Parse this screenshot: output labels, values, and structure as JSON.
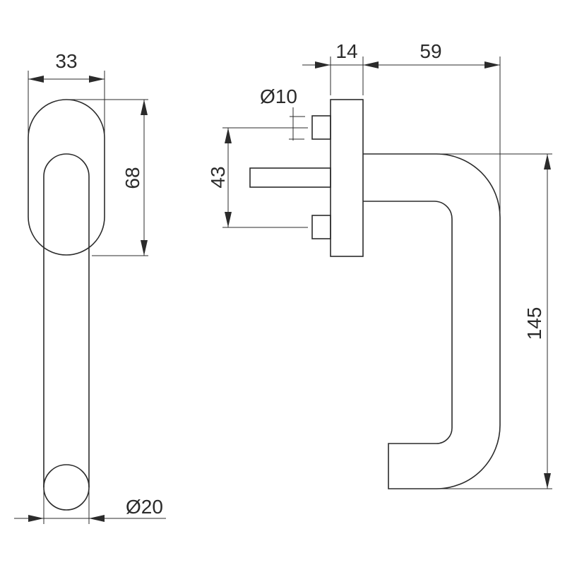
{
  "title": "Window handle technical drawing",
  "dimensions": {
    "rose_width": "33",
    "rose_height": "68",
    "lever_diameter": "Ø20",
    "rose_depth": "14",
    "projection": "59",
    "screw_spacing": "43",
    "screw_diameter": "Ø10",
    "lever_length": "145"
  }
}
